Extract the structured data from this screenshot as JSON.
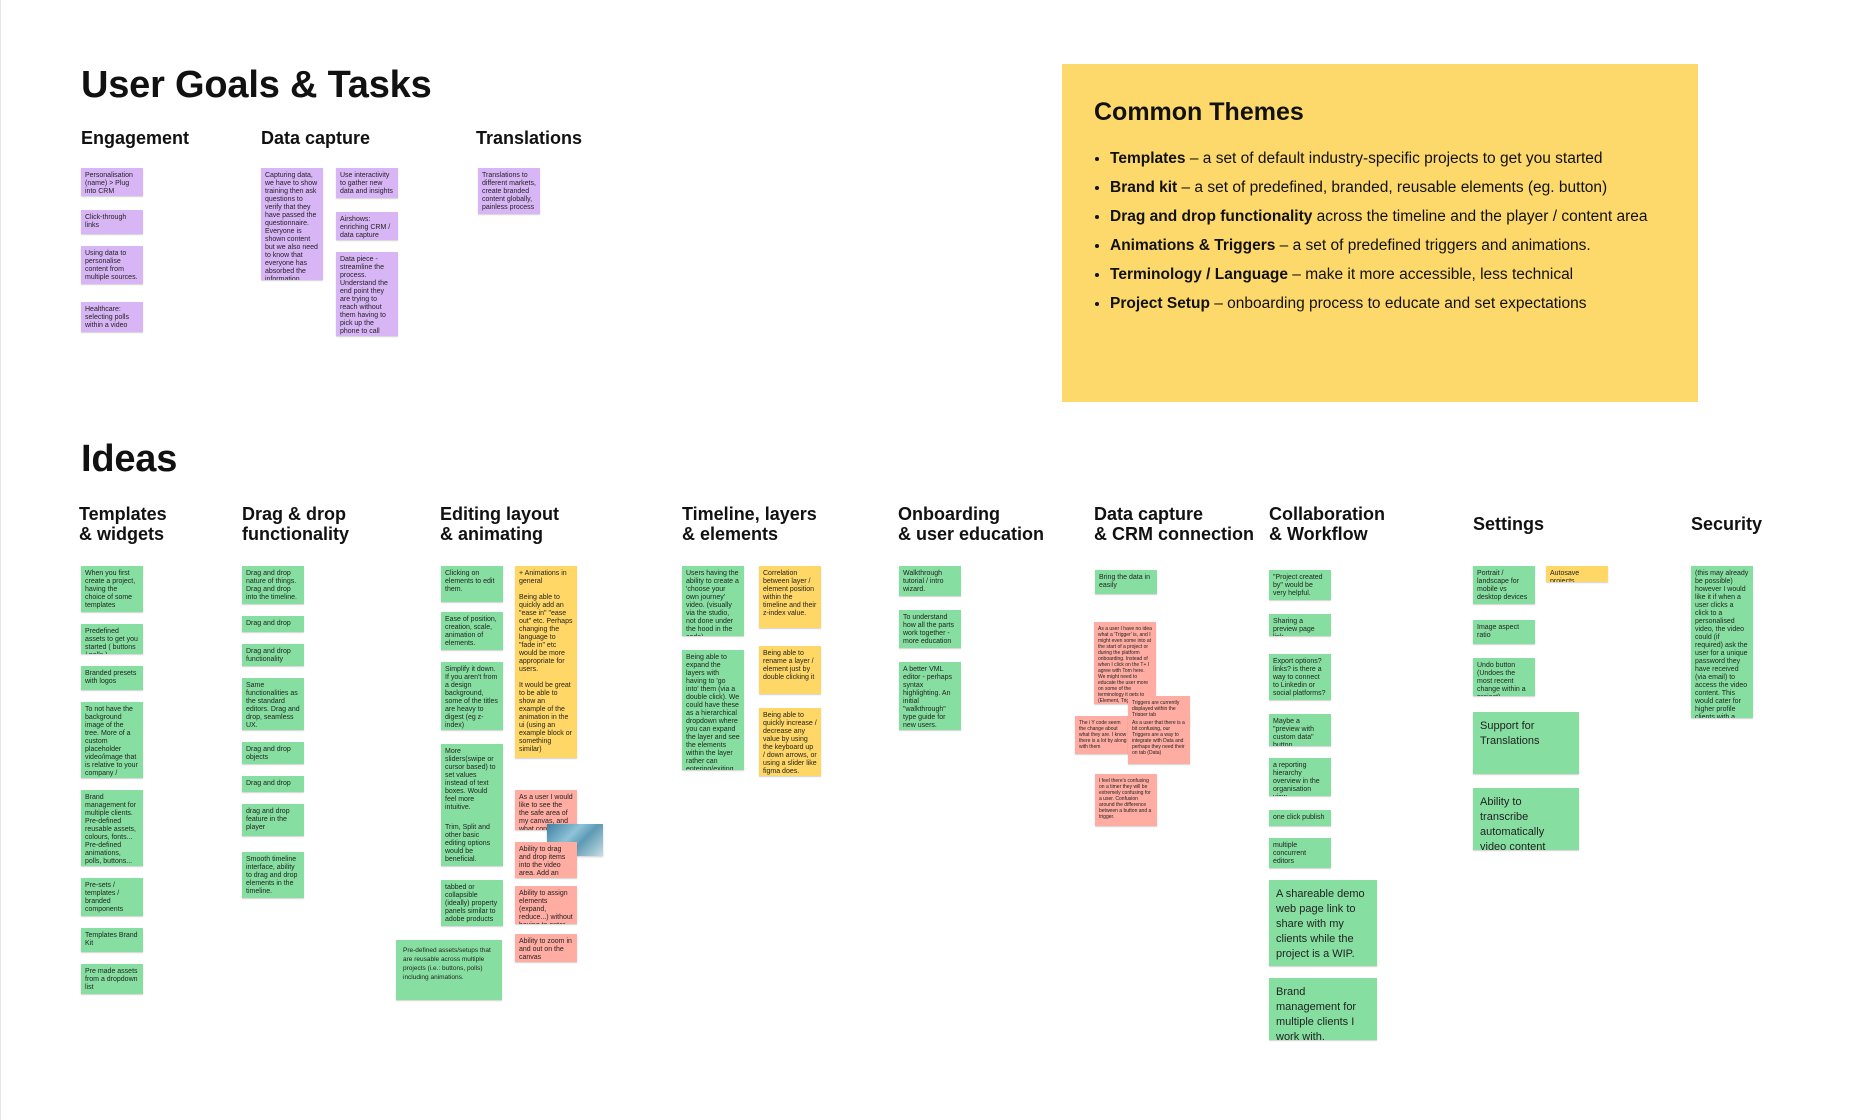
{
  "user_goals": {
    "title": "User Goals & Tasks",
    "engagement": {
      "heading": "Engagement",
      "notes": [
        "Personalisation (name) > Plug into CRM",
        "Click-through links",
        "Using data to personalise content from multiple sources.",
        "Healthcare: selecting polls within a video"
      ]
    },
    "data_capture": {
      "heading": "Data capture",
      "notes": [
        "Capturing data, we have to show training then ask questions to verify that they have passed the questionnaire. Everyone is shown content but we also need to know that everyone has absorbed the information.",
        "Use interactivity to gather new data and insights",
        "Airshows: enriching CRM / data capture",
        "Data piece - streamline the process. Understand the end point they are trying to reach without them having to pick up the phone to call someone"
      ]
    },
    "translations": {
      "heading": "Translations",
      "notes": [
        "Translations to different markets, create branded content globally, painless process"
      ]
    }
  },
  "common_themes": {
    "title": "Common Themes",
    "items": [
      {
        "bold": "Templates",
        "text": " – a set of default industry-specific projects to get you started"
      },
      {
        "bold": "Brand kit",
        "text": " – a set of predefined, branded, reusable elements (eg. button)"
      },
      {
        "bold": "Drag and drop functionality",
        "text": " across the timeline and the player / content area"
      },
      {
        "bold": "Animations & Triggers",
        "text": " – a set of predefined triggers and animations."
      },
      {
        "bold": "Terminology / Language",
        "text": " – make it more accessible, less technical"
      },
      {
        "bold": "Project Setup",
        "text": " – onboarding process to educate and set expectations"
      }
    ]
  },
  "ideas": {
    "title": "Ideas",
    "templates": {
      "heading": "Templates\n& widgets",
      "notes": [
        "When you first create a project, having the choice of some templates",
        "Predefined assets to get you started ( buttons / polls )",
        "Branded presets with logos",
        "To not have the background image of the tree. More of a custom placeholder video/image that is relative to your company / industry.",
        "Brand management for multiple clients. Pre-defined reusable assets, colours, fonts... Pre-defined animations, polls, buttons...",
        "Pre-sets / templates / branded components",
        "Templates Brand Kit",
        "Pre made assets from a dropdown list"
      ]
    },
    "drag_drop": {
      "heading": "Drag & drop\nfunctionality",
      "notes": [
        "Drag and drop nature of things. Drag and drop into the timeline.",
        "Drag and drop",
        "Drag and drop functionality",
        "Same functionalities as the standard editors. Drag and drop, seamless UX.",
        "Drag and drop objects",
        "Drag and drop",
        "drag and drop feature in the player",
        "Smooth timeline interface, ability to drag and drop elements in the timeline."
      ]
    },
    "editing": {
      "heading": "Editing layout\n& animating",
      "green_notes": [
        "Clicking on elements to edit them.",
        "Ease of position, creation, scale, animation of elements.",
        "Simplify it down. If you aren't from a design background, some of the titles are heavy to digest (eg z-index)",
        "More sliders(swipe or cursor based) to set values instead of text boxes. Would feel more intuitive.",
        "Trim, Split and other basic editing options would be beneficial.",
        "tabbed or collapsible (ideally) property panels similar to adobe products",
        "Pre-defined assets/setups that are reusable across multiple projects (i.e.: buttons, polls) including animations."
      ],
      "yellow_note": "+ Animations in general\n\nBeing able to quickly add an \"ease in\" \"ease out\" etc. Perhaps changing the language to \"fade in\" etc would be more appropriate for users.\n\nIt would be great to be able to show an example of the animation in the ui (using an example block or something similar)",
      "pink_notes": [
        "As a user I would like to see the the safe area of my canvas, and what content might end up behind the player controls.",
        "Ability to drag and drop items into the video area. Add an image, add text...",
        "Ability to assign elements (expand, reduce...) without having to enter values in a text field",
        "Ability to zoom in and out on the canvas"
      ]
    },
    "timeline": {
      "heading": "Timeline, layers\n& elements",
      "green_notes": [
        "Users having the ability to create a 'choose your own journey' video. (visually via the studio, not done under the hood in the code).",
        "Being able to expand the layers with having to 'go into' them (via a double click). We could have these as a hierarchical dropdown where you can expand the layer and see the elements within the layer rather can entering/exiting the layer"
      ],
      "yellow_notes": [
        "Correlation between layer / element position within the timeline and their z-index value.",
        "Being able to rename a layer / element just by double clicking it",
        "Being able to quickly increase / decrease any value by using the keyboard up / down arrows, or using a slider like figma does."
      ]
    },
    "onboarding": {
      "heading": "Onboarding\n& user education",
      "notes": [
        "Walkthrough tutorial / intro wizard.",
        "To understand how all the parts work together - more education",
        "A better VML editor - perhaps syntax highlighting. An initial \"walkthrough\" type guide for new users."
      ]
    },
    "crm": {
      "heading": "Data capture\n& CRM connection",
      "green_notes": [
        "Bring the data in easily"
      ],
      "pink_notes": [
        "As a user I have no idea what a 'Trigger' is, and I might even some into at the start of a project or during the platform onboarding. Instead of when I click on the T+ I agree with Tom here. We might need to educate the user more on some of the terminology it gets to (Element, Trigger...)",
        "Triggers are currently displayed within the Trigger tab",
        "The i Y code seem the change about what they are. I know there is a lot by along with them",
        "As a user that there is a bit confusing, our Triggers are a way to integrate with Data and perhaps they need their on tab (Data)",
        "I feel there's confusing on a timer they will be extremely confusing for a user. Confusion around the difference between a button and a trigger."
      ]
    },
    "collab": {
      "heading": "Collaboration\n& Workflow",
      "notes": [
        "\"Project created by\" would be very helpful.",
        "Sharing a preview page link",
        "Export options? links? is there a way to connect to Linkedin or social platforms?",
        "Maybe a \"preview with custom data\" button",
        "a reporting hierarchy overview in the organisation view.",
        "one click publish",
        "multiple concurrent editors",
        "A shareable demo web page link to share with my clients while the project is a WIP.",
        "Brand management for multiple clients I work with."
      ]
    },
    "settings": {
      "heading": "Settings",
      "notes": [
        "Portrait / landscape for mobile vs desktop devices",
        "Image aspect ratio",
        "Undo button (Undoes the most recent change within a project)",
        "Support for Translations",
        "Ability to transcribe automatically video content"
      ],
      "yellow_note": "Autosave projects"
    },
    "security": {
      "heading": "Security",
      "notes": [
        "(this may already be possible) however I would like it if when a user clicks a click to a personalised video, the video could (if required) ask the user for a unique password they have received (via email) to access the video content. This would cater for higher profile clients with a higher security levels."
      ]
    }
  },
  "colors": {
    "purple": "#d8b6f5",
    "green": "#86dfa0",
    "yellow": "#ffd766",
    "pink": "#ffaca2",
    "themes_bg": "#fdd96b"
  }
}
